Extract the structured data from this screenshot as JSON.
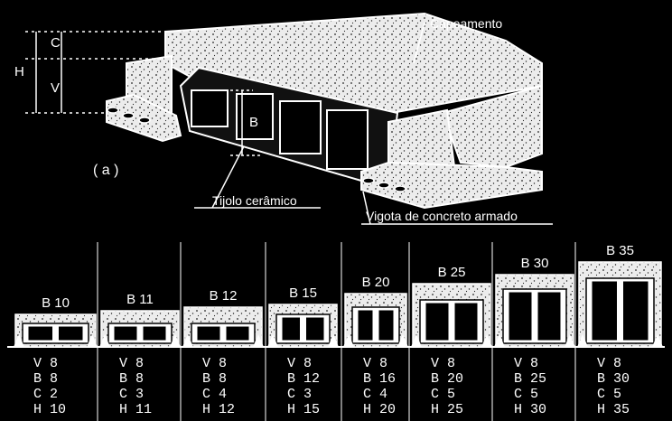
{
  "figure_label": "( a )",
  "callouts": {
    "capping": "Capeamento",
    "brick": "Tijolo cerâmico",
    "joist": "Vigota de concreto armado"
  },
  "dimensions": {
    "c": "C",
    "h": "H",
    "v": "V",
    "b": "B"
  },
  "slab_types": [
    {
      "name": "B 10",
      "v": "V 8",
      "b": "B 8",
      "c": "C 2",
      "h": "H 10"
    },
    {
      "name": "B 11",
      "v": "V 8",
      "b": "B 8",
      "c": "C 3",
      "h": "H 11"
    },
    {
      "name": "B 12",
      "v": "V 8",
      "b": "B 8",
      "c": "C 4",
      "h": "H 12"
    },
    {
      "name": "B 15",
      "v": "V 8",
      "b": "B 12",
      "c": "C 3",
      "h": "H 15"
    },
    {
      "name": "B 20",
      "v": "V 8",
      "b": "B 16",
      "c": "C 4",
      "h": "H 20"
    },
    {
      "name": "B 25",
      "v": "V 8",
      "b": "B 20",
      "c": "C 5",
      "h": "H 25"
    },
    {
      "name": "B 30",
      "v": "V 8",
      "b": "B 25",
      "c": "C 5",
      "h": "H 30"
    },
    {
      "name": "B 35",
      "v": "V 8",
      "b": "B 30",
      "c": "C 5",
      "h": "H 35"
    }
  ]
}
